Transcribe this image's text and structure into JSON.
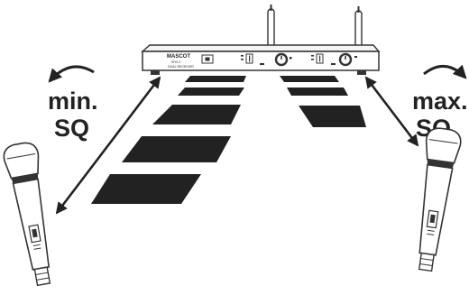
{
  "device": {
    "brand": "MASCOT",
    "model": "SHX 2",
    "model_subtitle": "DUAL RECEIVER"
  },
  "left_label": {
    "line1": "min.",
    "line2": "SQ"
  },
  "right_label": {
    "line1": "max.",
    "line2": "SQ"
  },
  "colors": {
    "ink": "#222222",
    "outline": "#333333",
    "background": "#ffffff"
  }
}
